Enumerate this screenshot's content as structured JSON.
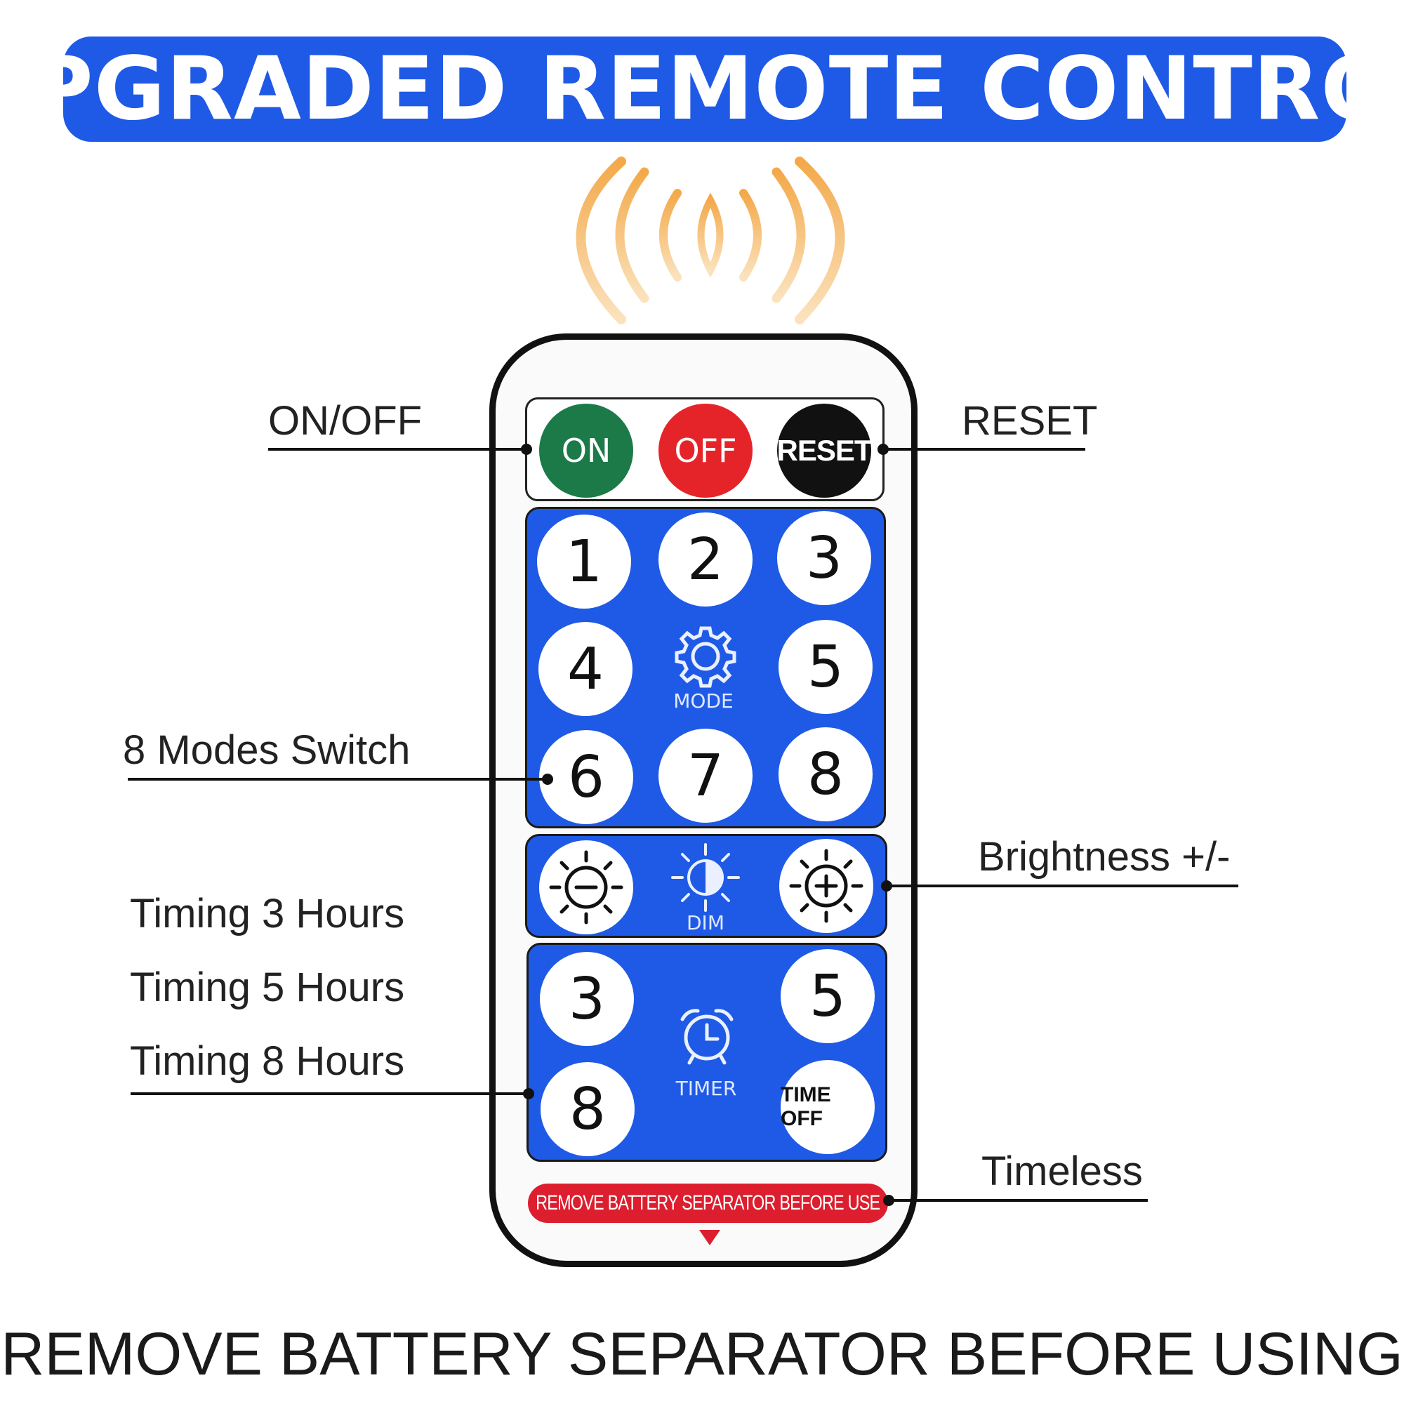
{
  "title": "UPGRADED REMOTE CONTROL",
  "colors": {
    "banner": "#1f5ae6",
    "panel": "#1f5ae6",
    "on": "#1c7a48",
    "off": "#e5242a",
    "reset": "#111111",
    "separator": "#dc1e2e",
    "signal": "#f5b860"
  },
  "buttons": {
    "on": "ON",
    "off": "OFF",
    "reset": "RESET",
    "modes": [
      "1",
      "2",
      "3",
      "4",
      "5",
      "6",
      "7",
      "8"
    ],
    "mode_label": "MODE",
    "dim_label": "DIM",
    "timer_3": "3",
    "timer_5": "5",
    "timer_8": "8",
    "timer_label": "TIMER",
    "time_off": "TIME OFF"
  },
  "icons": {
    "mode": "gear-icon",
    "dim": "half-sun-icon",
    "dim_down": "brightness-minus-icon",
    "dim_up": "brightness-plus-icon",
    "timer": "alarm-clock-icon",
    "signal": "signal-waves-icon"
  },
  "separator_strip": "REMOVE BATTERY SEPARATOR BEFORE USE",
  "callouts": {
    "on_off": "ON/OFF",
    "reset": "RESET",
    "modes": "8 Modes Switch",
    "brightness": "Brightness +/-",
    "timing_3": "Timing 3 Hours",
    "timing_5": "Timing 5 Hours",
    "timing_8": "Timing 8 Hours",
    "timeless": "Timeless"
  },
  "footer": "REMOVE BATTERY SEPARATOR BEFORE USING"
}
